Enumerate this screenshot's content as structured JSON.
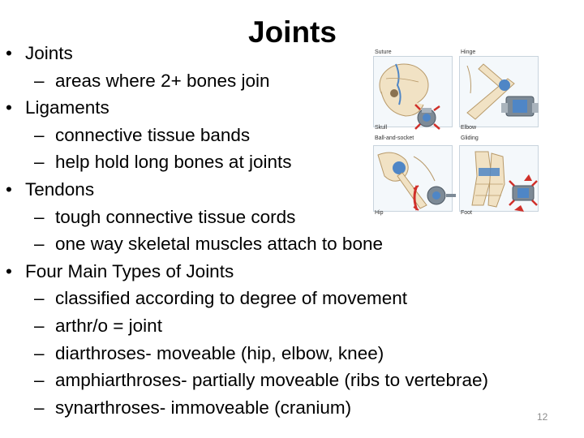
{
  "slide": {
    "title": "Joints",
    "page_number": "12"
  },
  "bullets": [
    {
      "level": 1,
      "marker": "•",
      "text": "Joints"
    },
    {
      "level": 2,
      "marker": "–",
      "text": "areas where 2+ bones join"
    },
    {
      "level": 1,
      "marker": "•",
      "text": "Ligaments"
    },
    {
      "level": 2,
      "marker": "–",
      "text": "connective tissue bands"
    },
    {
      "level": 2,
      "marker": "–",
      "text": "help hold long bones at joints"
    },
    {
      "level": 1,
      "marker": "•",
      "text": "Tendons"
    },
    {
      "level": 2,
      "marker": "–",
      "text": "tough connective tissue cords"
    },
    {
      "level": 2,
      "marker": "–",
      "text": "one way skeletal muscles attach to bone"
    },
    {
      "level": 1,
      "marker": "•",
      "text": "Four Main Types of Joints"
    },
    {
      "level": 2,
      "marker": "–",
      "text": "classified according to degree of movement"
    },
    {
      "level": 2,
      "marker": "–",
      "text": "arthr/o = joint"
    },
    {
      "level": 2,
      "marker": "–",
      "text": "diarthroses- moveable (hip, elbow, knee)"
    },
    {
      "level": 2,
      "marker": "–",
      "text": "amphiarthroses- partially moveable (ribs to vertebrae)"
    },
    {
      "level": 2,
      "marker": "–",
      "text": "synarthroses- immoveable (cranium)"
    }
  ],
  "figure": {
    "labels": {
      "suture": "Suture",
      "hinge": "Hinge",
      "skull": "Skull",
      "elbow": "Elbow",
      "ball_and_socket": "Ball-and-socket",
      "gliding": "Gliding",
      "hip": "Hip",
      "foot": "Foot"
    },
    "colors": {
      "bone": "#f1e2c4",
      "bone_outline": "#b89a6a",
      "joint_blue": "#4f86c6",
      "arrow_red": "#d0302a",
      "model_gray": "#7d8a96"
    }
  }
}
